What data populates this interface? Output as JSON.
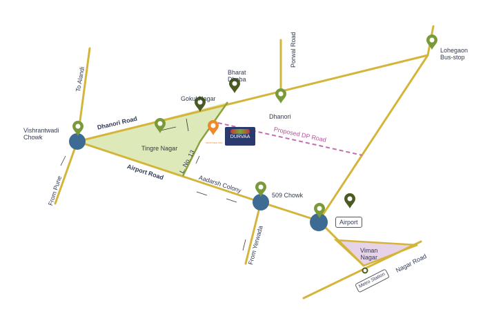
{
  "labels": {
    "lohegaon": "Lohegaon\nBus-stop",
    "porwal_road": "Porwal Road",
    "bharat_dhaba": "Bharat\nDhaba",
    "gokul_nagar": "Gokul Nagar",
    "dhanori": "Dhanori",
    "dhanori_road": "Dhanori Road",
    "to_alandi": "To Alandi",
    "vishrantwadi": "Vishrantwadi\nChowk",
    "tingre_nagar": "Tingre Nagar",
    "proposed_dp_road": "Proposed DP Road",
    "airport_road": "Airport Road",
    "l_no_13": "L. No. 13",
    "aadarsh_colony": "Aadarsh Colony",
    "chowk_509": "509 Chowk",
    "from_pune": "From Pune",
    "from_yerwada": "From Yerwada",
    "airport": "Airport",
    "viman_nagar": "Viman\nNagar",
    "nagar_road": "Nagar Road",
    "metro_station": "Metro Station",
    "proposed_site": "PROPOSED SITE",
    "logo_text": "DURVAA"
  },
  "colors": {
    "road": "#d4b53a",
    "zone_fill": "#dde9b8",
    "viman_fill": "#e6d3e8",
    "pin_green": "#7a9a3a",
    "pin_dark": "#4a5a22",
    "pin_orange": "#ef8a2a",
    "junction": "#3d6b94",
    "dp_road": "#c56bb0"
  }
}
